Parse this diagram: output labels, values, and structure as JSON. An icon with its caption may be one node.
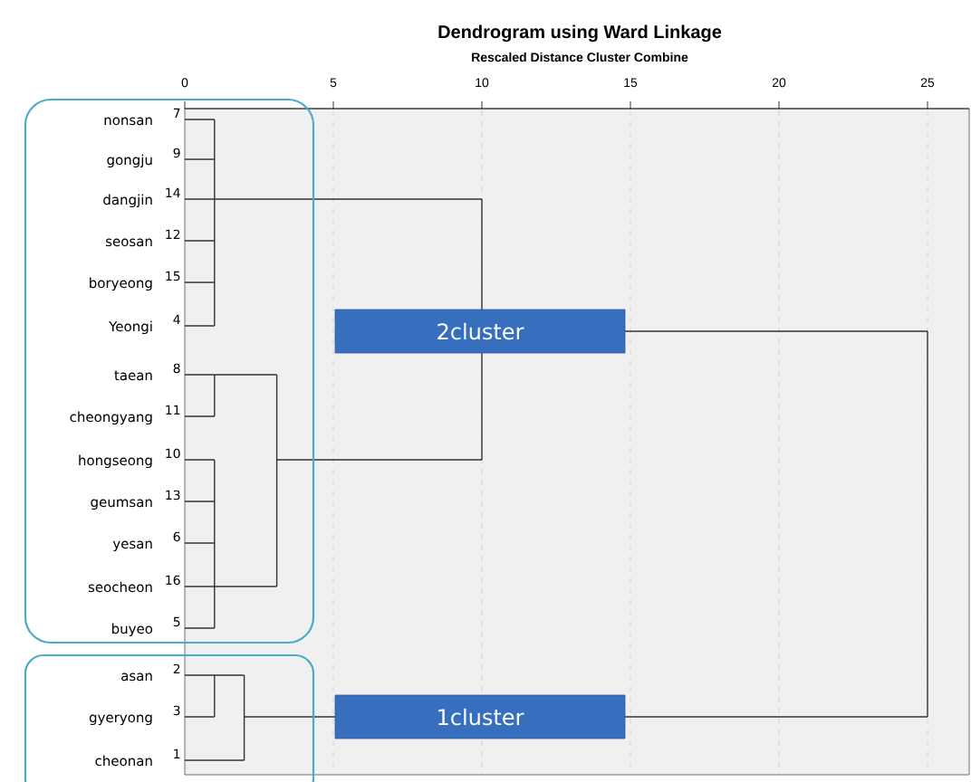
{
  "diagram": {
    "title": "Dendrogram using Ward Linkage",
    "nodes": [
      {
        "text": [
          "2cluster"
        ]
      },
      {
        "text": [
          "1cluster"
        ]
      }
    ],
    "edges": [],
    "labels": [
      "Rescaled Distance Cluster Combine",
      "0",
      "5",
      "10",
      "15",
      "20",
      "25",
      "nonsan",
      "7",
      "gongju",
      "9",
      "dangjin",
      "14",
      "seosan",
      "12",
      "boryeong",
      "15",
      "Yeongi",
      "4",
      "taean",
      "8",
      "cheongyang",
      "11",
      "hongseong",
      "10",
      "geumsan",
      "13",
      "yesan",
      "6",
      "seocheon",
      "16",
      "buyeo",
      "5",
      "asan",
      "2",
      "gyeryong",
      "3",
      "cheonan",
      "1"
    ]
  }
}
